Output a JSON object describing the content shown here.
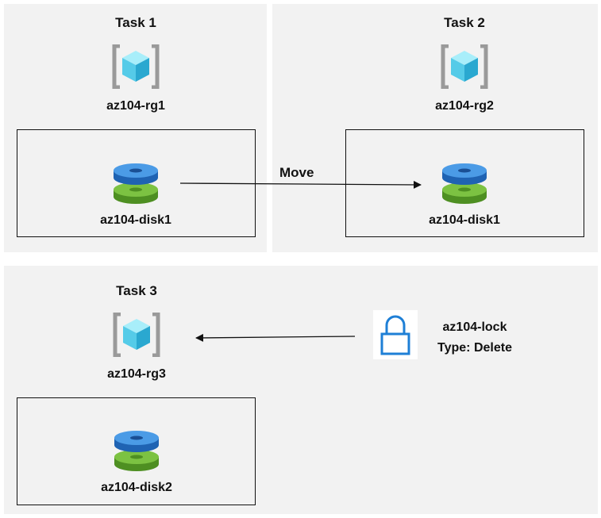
{
  "task1": {
    "title": "Task 1",
    "rg_label": "az104-rg1",
    "disk_label": "az104-disk1"
  },
  "task2": {
    "title": "Task 2",
    "rg_label": "az104-rg2",
    "disk_label": "az104-disk1"
  },
  "task3": {
    "title": "Task 3",
    "rg_label": "az104-rg3",
    "disk_label": "az104-disk2"
  },
  "move_label": "Move",
  "lock": {
    "name": "az104-lock",
    "type": "Type: Delete"
  },
  "colors": {
    "panel": "#f2f2f2",
    "cube_light": "#8ee6f5",
    "cube_mid": "#4fc8e8",
    "cube_dark": "#22a6cf",
    "bracket": "#9a9a9a",
    "disk_blue": "#2f7fd6",
    "disk_green": "#5a9e2a",
    "lock_blue": "#1e7fd6"
  },
  "icons": {
    "resource_group": "resource-group-icon",
    "disk": "managed-disk-icon",
    "lock": "lock-icon"
  }
}
